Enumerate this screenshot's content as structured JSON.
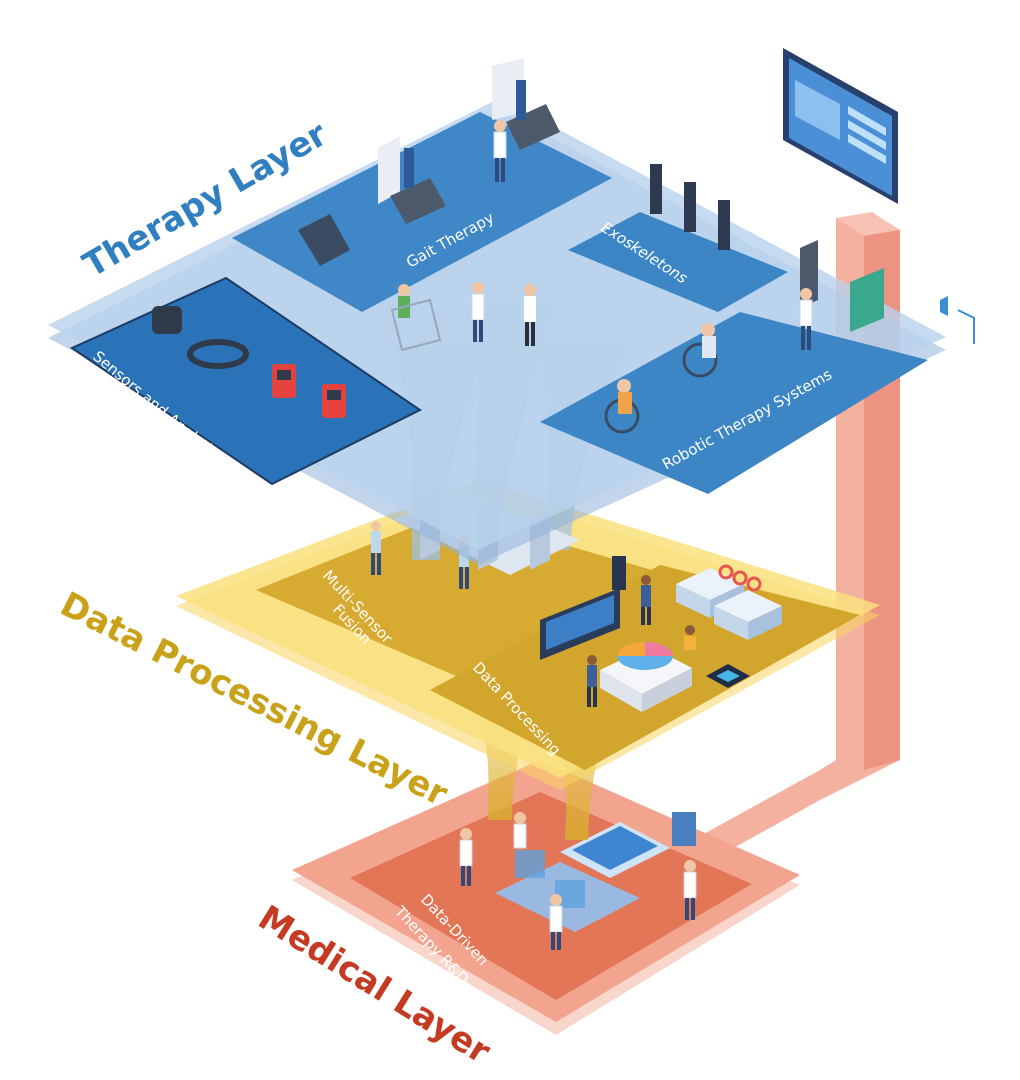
{
  "layers": {
    "therapy": {
      "title": "Therapy Layer"
    },
    "data_processing": {
      "title": "Data Processing Layer"
    },
    "medical": {
      "title": "Medical Layer"
    }
  },
  "zones": {
    "gait_therapy": "Gait Therapy",
    "exoskeletons": "Exoskeletons",
    "sensors_analytics": "Sensors and Analytics",
    "robotic_therapy": "Robotic Therapy Systems",
    "multi_sensor_line1": "Multi-Sensor",
    "multi_sensor_line2": "Fusion",
    "data_processing": "Data Processing",
    "data_driven_line1": "Data-Driven",
    "data_driven_line2": "Therapy R&D"
  },
  "colors": {
    "therapy_title": "#2f7fc1",
    "therapy_plate": "#a7c6e6",
    "therapy_zone": "#3d86c6",
    "sensors_zone": "#2a73b8",
    "data_title": "#c9a21a",
    "data_plate": "#f8dc6c",
    "data_zone": "#d2a62c",
    "medical_title": "#c43a22",
    "medical_plate": "#f2a08a",
    "medical_zone": "#e07154",
    "connector": "#f0a08e"
  }
}
